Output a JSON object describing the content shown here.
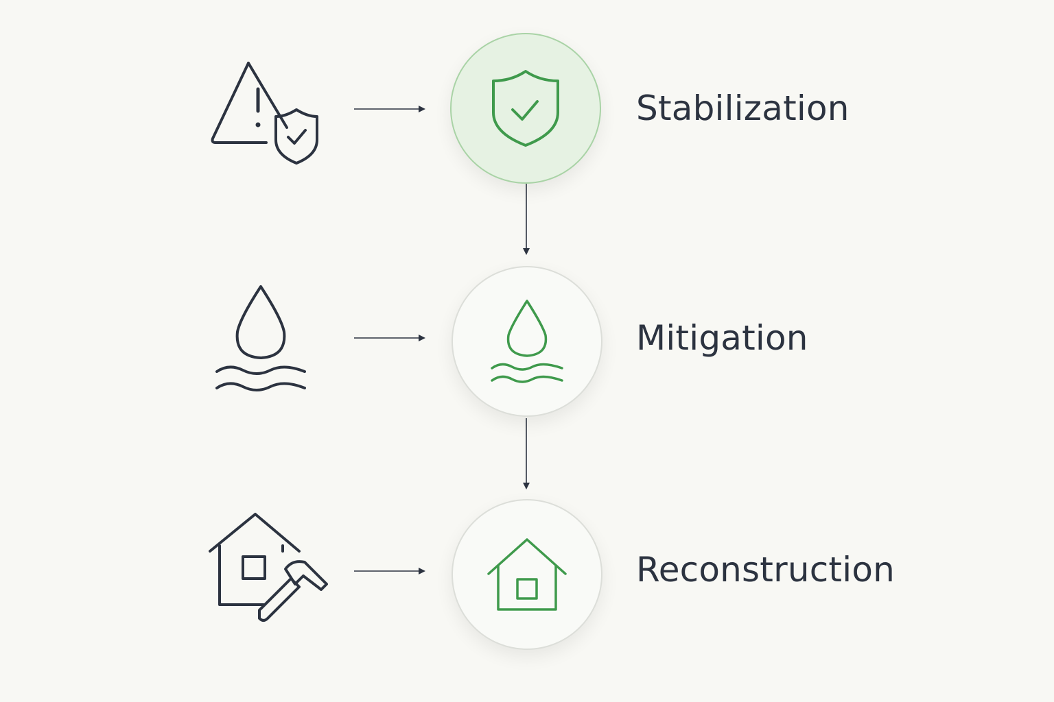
{
  "colors": {
    "background": "#f8f8f4",
    "ink": "#2c3340",
    "accent_green": "#3f9a4c",
    "active_fill": "#e6f2e3"
  },
  "steps": [
    {
      "label": "Stabilization",
      "left_icon": "warning-shield-icon",
      "circle_icon": "shield-check-icon",
      "active": true
    },
    {
      "label": "Mitigation",
      "left_icon": "water-drop-waves-icon",
      "circle_icon": "water-drop-waves-icon",
      "active": false
    },
    {
      "label": "Reconstruction",
      "left_icon": "house-hammer-icon",
      "circle_icon": "house-icon",
      "active": false
    }
  ]
}
